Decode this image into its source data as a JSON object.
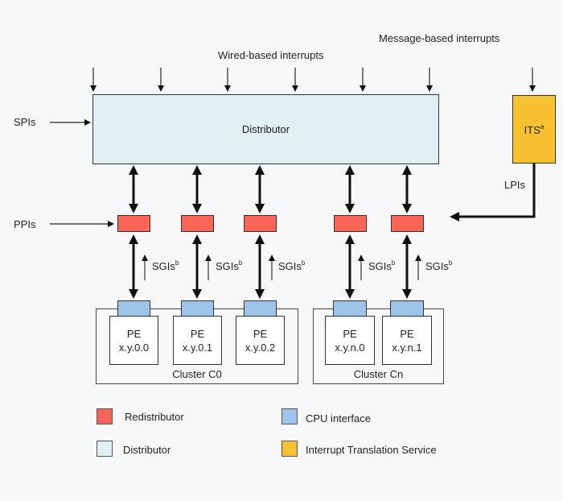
{
  "labels": {
    "wired": "Wired-based interrupts",
    "message": "Message-based interrupts",
    "spis": "SPIs",
    "ppis": "PPIs",
    "lpis": "LPIs"
  },
  "distributor": {
    "label": "Distributor"
  },
  "its": {
    "label": "ITS",
    "sup": "a"
  },
  "sgi": {
    "label": "SGIs",
    "sup": "b"
  },
  "pe_title": "PE",
  "clusters": [
    {
      "label": "Cluster C0",
      "pes": [
        "x.y.0.0",
        "x.y.0.1",
        "x.y.0.2"
      ]
    },
    {
      "label": "Cluster Cn",
      "pes": [
        "x.y.n.0",
        "x.y.n.1"
      ]
    }
  ],
  "legend": [
    {
      "label": "Redistributor",
      "color": "#fb6557"
    },
    {
      "label": "CPU interface",
      "color": "#9fc4ea"
    },
    {
      "label": "Distributor",
      "color": "#e1f0f2"
    },
    {
      "label": "Interrupt Translation Service",
      "color": "#f8c132"
    }
  ]
}
